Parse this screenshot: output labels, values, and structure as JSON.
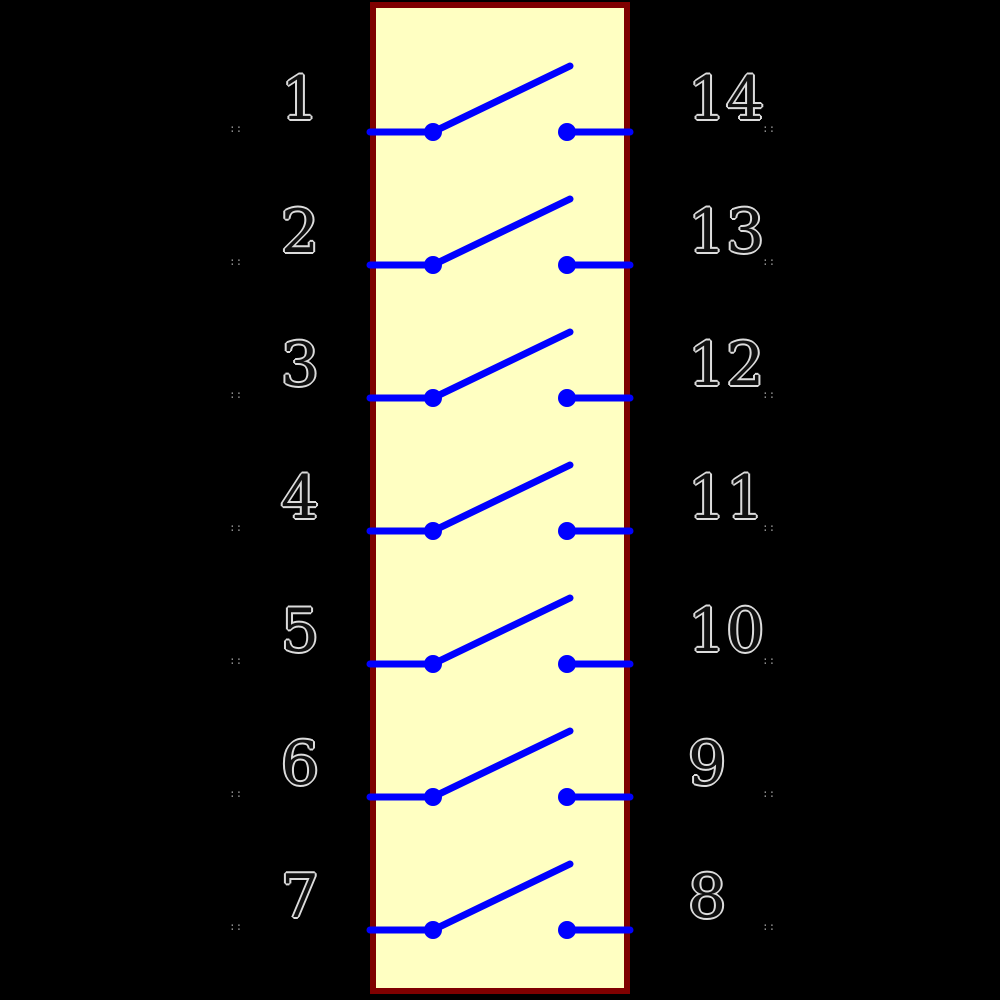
{
  "component": {
    "type": "switch-array-symbol",
    "switch_count": 7,
    "switch_state": "open",
    "pin_count": 14
  },
  "colors": {
    "background": "#000000",
    "body_fill": "#FFFFC2",
    "body_border": "#7F0000",
    "wire": "#0000FF",
    "pin_number_text": "#101010",
    "pin_number_outline": "#DCDCDC",
    "tick": "#8F8F8F"
  },
  "pins": {
    "tick_mark": "::",
    "rows": [
      {
        "left": "1",
        "right": "14"
      },
      {
        "left": "2",
        "right": "13"
      },
      {
        "left": "3",
        "right": "12"
      },
      {
        "left": "4",
        "right": "11"
      },
      {
        "left": "5",
        "right": "10"
      },
      {
        "left": "6",
        "right": "9"
      },
      {
        "left": "7",
        "right": "8"
      }
    ]
  }
}
